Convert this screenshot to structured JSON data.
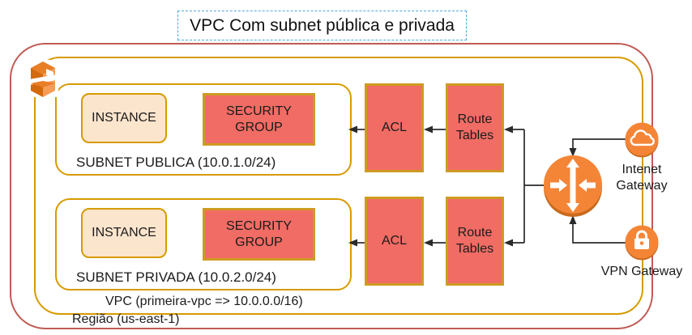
{
  "title": "VPC Com subnet pública e privada",
  "region": {
    "label": "Região (us-east-1)"
  },
  "vpc": {
    "label": "VPC (primeira-vpc => 10.0.0.0/16)"
  },
  "subnets": [
    {
      "label": "SUBNET PUBLICA (10.0.1.0/24)",
      "instance_label": "INSTANCE",
      "security_group_label": "SECURITY GROUP",
      "acl_label": "ACL",
      "route_tables_label": "Route Tables"
    },
    {
      "label": "SUBNET PRIVADA (10.0.2.0/24)",
      "instance_label": "INSTANCE",
      "security_group_label": "SECURITY GROUP",
      "acl_label": "ACL",
      "route_tables_label": "Route Tables"
    }
  ],
  "gateways": {
    "router_icon": "router-icon",
    "internet": {
      "label": "Intenet Gateway",
      "icon": "cloud-icon"
    },
    "vpn": {
      "label": "VPN Gateway",
      "icon": "lock-icon"
    }
  },
  "icons": {
    "vpc_corner": "aws-vpc-icon"
  },
  "colors": {
    "region_border": "#C05B54",
    "vpc_border": "#D79B00",
    "red_box_fill": "#F16C64",
    "red_box_border": "#CE9B22",
    "instance_fill": "#FCE5CD",
    "aws_orange": "#F58536",
    "aws_orange_dark": "#C96A1E",
    "title_dash_blue": "#4FA8D8",
    "connector": "#2b2b2b"
  }
}
